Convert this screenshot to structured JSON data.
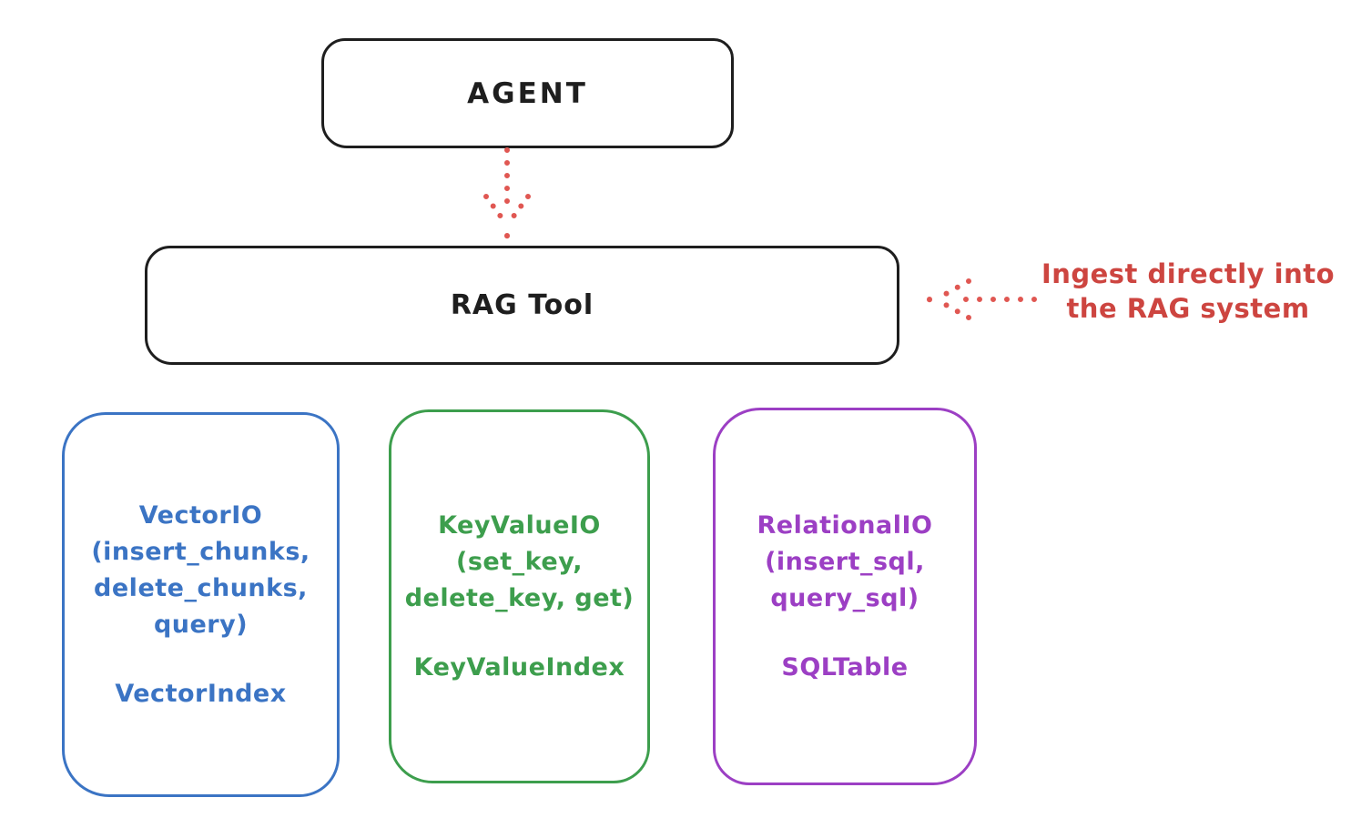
{
  "diagram": {
    "agent": {
      "label": "AGENT"
    },
    "rag_tool": {
      "label": "RAG Tool"
    },
    "annotation": {
      "line1": "Ingest directly into",
      "line2": "the RAG system"
    },
    "arrows": [
      {
        "id": "agent-to-rag",
        "style": "dotted",
        "direction": "down"
      },
      {
        "id": "annotation-to-rag",
        "style": "dotted",
        "direction": "left"
      }
    ],
    "stores": [
      {
        "id": "vector-io",
        "lines": [
          "VectorIO",
          "(insert_chunks,",
          "delete_chunks,",
          "query)"
        ],
        "index_label": "VectorIndex",
        "color": "#3b74c4"
      },
      {
        "id": "keyvalue-io",
        "lines": [
          "KeyValueIO",
          "(set_key,",
          "delete_key, get)"
        ],
        "index_label": "KeyValueIndex",
        "color": "#3d9e4d"
      },
      {
        "id": "relational-io",
        "lines": [
          "RelationalIO",
          "(insert_sql,",
          "query_sql)"
        ],
        "index_label": "SQLTable",
        "color": "#9c3fc4"
      }
    ],
    "colors": {
      "stroke": "#1e1e1e",
      "red_arrow": "#e05752",
      "red_text": "#cd4540",
      "background": "#ffffff"
    }
  }
}
